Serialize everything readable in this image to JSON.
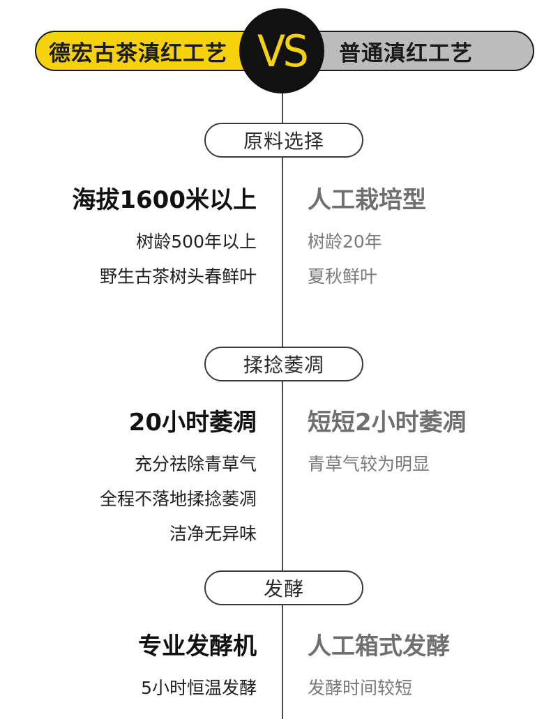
{
  "header": {
    "left_title": "德宏古茶滇红工艺",
    "vs": "VS",
    "right_title": "普通滇红工艺"
  },
  "sections": [
    {
      "label": "原料选择",
      "left": {
        "heading": "海拔1600米以上",
        "lines": [
          "树龄500年以上",
          "野生古茶树头春鲜叶"
        ]
      },
      "right": {
        "heading": "人工栽培型",
        "lines": [
          "树龄20年",
          "夏秋鲜叶"
        ]
      }
    },
    {
      "label": "揉捻萎凋",
      "left": {
        "heading": "20小时萎凋",
        "lines": [
          "充分祛除青草气",
          "全程不落地揉捻萎凋",
          "洁净无异味"
        ]
      },
      "right": {
        "heading": "短短2小时萎凋",
        "lines": [
          "青草气较为明显"
        ]
      }
    },
    {
      "label": "发酵",
      "left": {
        "heading": "专业发酵机",
        "lines": [
          "5小时恒温发酵"
        ]
      },
      "right": {
        "heading": "人工箱式发酵",
        "lines": [
          "发酵时间较短"
        ]
      }
    }
  ],
  "colors": {
    "accent_yellow": "#f5d20c",
    "pill_gray": "#bcbcbc",
    "dark": "#111111"
  }
}
